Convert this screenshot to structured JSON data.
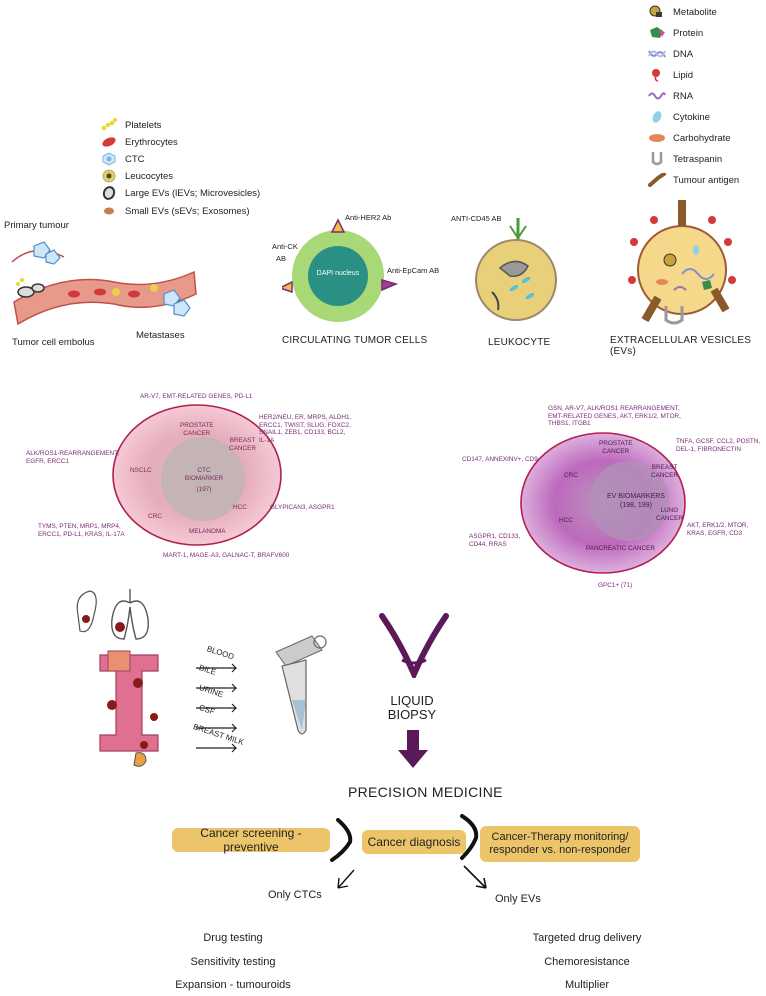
{
  "legend_right": [
    {
      "label": "Metabolite",
      "icon": "metabolite-icon",
      "color": "#c9a23a"
    },
    {
      "label": "Protein",
      "icon": "protein-icon",
      "color": "#3a8a4a"
    },
    {
      "label": "DNA",
      "icon": "dna-icon",
      "color": "#7f8fd0"
    },
    {
      "label": "Lipid",
      "icon": "lipid-icon",
      "color": "#d33a3a"
    },
    {
      "label": "RNA",
      "icon": "rna-icon",
      "color": "#9a6cc0"
    },
    {
      "label": "Cytokine",
      "icon": "cytokine-icon",
      "color": "#8fd0e8"
    },
    {
      "label": "Carbohydrate",
      "icon": "carbohydrate-icon",
      "color": "#e08a5a"
    },
    {
      "label": "Tetraspanin",
      "icon": "tetraspanin-icon",
      "color": "#9a9a9a"
    },
    {
      "label": "Tumour antigen",
      "icon": "tumour-antigen-icon",
      "color": "#8a5a2a"
    }
  ],
  "legend_left": [
    {
      "label": "Platelets",
      "icon": "platelet-icon",
      "color": "#e6d83a"
    },
    {
      "label": "Erythrocytes",
      "icon": "erythrocyte-icon",
      "color": "#d23a3a"
    },
    {
      "label": "CTC",
      "icon": "ctc-icon",
      "color": "#7ab6e6"
    },
    {
      "label": "Leucocytes",
      "icon": "leucocyte-icon",
      "color": "#e8d048"
    },
    {
      "label": "Large EVs (lEVs; Microvesicles)",
      "icon": "large-ev-icon",
      "color": "#555555"
    },
    {
      "label": "Small EVs (sEVs; Exosomes)",
      "icon": "small-ev-icon",
      "color": "#c08050"
    }
  ],
  "top_panel": {
    "primary_tumour": "Primary tumour",
    "tumor_cell_embolus": "Tumor cell embolus",
    "metastases": "Metastases",
    "ctc": {
      "anti_her2": "Anti-HER2 Ab",
      "anti_ck": "Anti-CK",
      "ab": "AB",
      "anti_epcam": "Anti-EpCam AB",
      "nucleus": "DAPI nucleus",
      "caption": "CIRCULATING TUMOR CELLS"
    },
    "leukocyte": {
      "anti_cd45": "ANTI-CD45 AB",
      "caption": "LEUKOCYTE"
    },
    "ev_caption": "EXTRACELLULAR VESICLES (EVs)"
  },
  "ctc_diagram": {
    "center_lines": [
      "CTC",
      "BIOMARKER",
      "(197)"
    ],
    "regions": [
      "PROSTATE",
      "CANCER",
      "BREAST",
      "CANCER",
      "NSCLC",
      "HCC",
      "CRC",
      "MELANOMA"
    ],
    "labels": {
      "top": "AR-V7, EMT-RELATED GENES, PD-L1",
      "top_right": [
        "HER2/NEU, ER, MRPS, ALDH1,",
        "ERCC1, TWIST, SLUG, FOXC2,",
        "SNAIL1, ZEB1, CD133, BCL2,",
        "IL-1A"
      ],
      "left": [
        "ALK/ROS1-REARRANGEMENT,",
        "EGFR, ERCC1"
      ],
      "right": "GLYPICAN3, ASGPR1",
      "bottom_left": [
        "TYMS, PTEN, MRP1, MRP4,",
        "ERCC1, PD-L1, KRAS, IL-17A"
      ],
      "bottom": "MART-1, MAGE-A3, GALNAC-T, BRAFV600"
    }
  },
  "ev_diagram": {
    "center_lines": [
      "EV BIOMARKERS",
      "(198, 199)"
    ],
    "regions": [
      "PROSTATE",
      "CANCER",
      "BREAST",
      "CANCER",
      "CRC",
      "HCC",
      "LUNG",
      "CANCER",
      "PANCREATIC CANCER"
    ],
    "labels": {
      "top": [
        "GSN, AR-V7, ALK/ROS1 REARRANGEMENT,",
        "EMT-RELATED GENES, AKT, ERK1/2, MTOR,",
        "THBS1, ITGB1"
      ],
      "top_right": [
        "TNFA, GCSF, CCL2, POSTN,",
        "DEL-1, FIBRONECTIN"
      ],
      "left": "CD147, ANNEXINV+, CD9",
      "right": [
        "AKT, ERK1/2, MTOR,",
        "KRAS, EGFR, CD3"
      ],
      "bottom_left": [
        "ASGPR1, CD133,",
        "CD44, RRAS"
      ],
      "bottom": "GPC1+ (71)"
    }
  },
  "fluids": [
    "BLOOD",
    "BILE",
    "URINE",
    "CSF",
    "BREAST MILK"
  ],
  "liquid_biopsy": [
    "LIQUID",
    "BIOPSY"
  ],
  "precision_medicine": "PRECISION MEDICINE",
  "banners": {
    "screening": "Cancer screening - preventive",
    "diagnosis": "Cancer diagnosis",
    "monitoring": [
      "Cancer-Therapy monitoring/",
      "responder vs. non-responder"
    ]
  },
  "only_ctcs": "Only CTCs",
  "only_evs": "Only EVs",
  "ctc_uses": [
    "Drug testing",
    "Sensitivity testing",
    "Expansion - tumouroids"
  ],
  "ev_uses": [
    "Targeted drug delivery",
    "Chemoresistance",
    "Multiplier"
  ]
}
